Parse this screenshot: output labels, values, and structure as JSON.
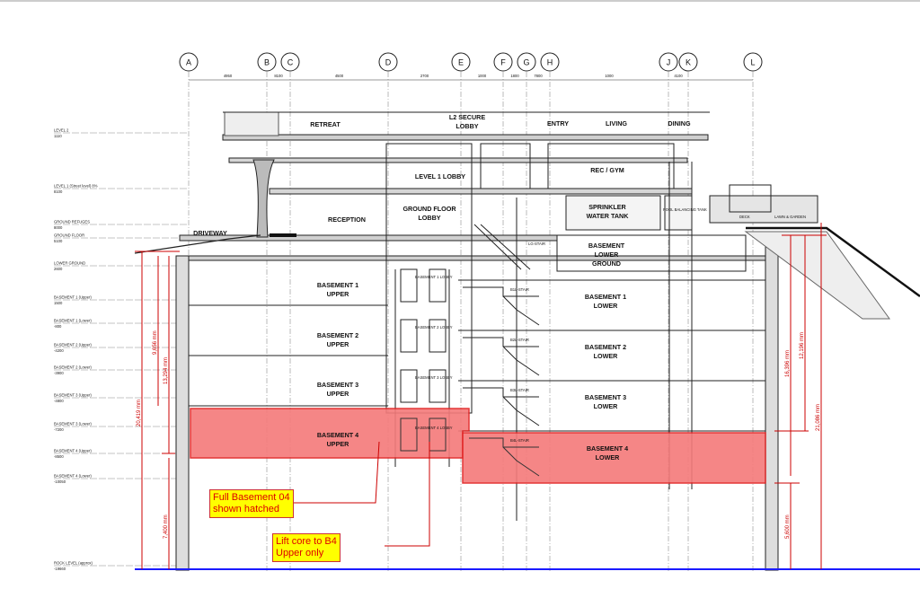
{
  "grid_lines": [
    "A",
    "B",
    "C",
    "D",
    "E",
    "F",
    "G",
    "H",
    "J",
    "K",
    "L"
  ],
  "grid_spacings": [
    "4950",
    "8100",
    "4500",
    "2700",
    "1000",
    "1800",
    "7800",
    "1000",
    "4100"
  ],
  "levels": [
    {
      "name": "LEVEL 2",
      "rl": "1110"
    },
    {
      "name": "LEVEL 1 (Street level) 8%",
      "rl": "8100"
    },
    {
      "name": "GROUND REFUGES",
      "rl": "8000"
    },
    {
      "name": "GROUND FLOOR",
      "rl": "5100"
    },
    {
      "name": "LOWER GROUND",
      "rl": "2600"
    },
    {
      "name": "BASEMENT 1 (Upper)",
      "rl": "1500"
    },
    {
      "name": "BASEMENT 1 (Lower)",
      "rl": "-800"
    },
    {
      "name": "BASEMENT 2 (Upper)",
      "rl": "-4200"
    },
    {
      "name": "BASEMENT 2 (Lower)",
      "rl": "-3900"
    },
    {
      "name": "BASEMENT 3 (Upper)",
      "rl": "-4800"
    },
    {
      "name": "BASEMENT 3 (Lower)",
      "rl": "-7200"
    },
    {
      "name": "BASEMENT 4 (Upper)",
      "rl": "-8500"
    },
    {
      "name": "BASEMENT 4 (Lower)",
      "rl": "-10050"
    },
    {
      "name": "ROCK LEVEL (approx)",
      "rl": "-19660"
    }
  ],
  "rooms": {
    "retreat": "RETREAT",
    "l2_secure_lobby_1": "L2 SECURE",
    "l2_secure_lobby_2": "LOBBY",
    "entry": "ENTRY",
    "living": "LIVING",
    "dining": "DINING",
    "level1_lobby": "LEVEL 1 LOBBY",
    "rec_gym": "REC / GYM",
    "reception": "RECEPTION",
    "gf_lobby_1": "GROUND FLOOR",
    "gf_lobby_2": "LOBBY",
    "sprinkler_1": "SPRINKLER",
    "sprinkler_2": "WATER TANK",
    "pool_tank": "POOL BALANCING TANK",
    "deck": "DECK",
    "lawn": "LAWN & GARDEN",
    "driveway": "DRIVEWAY",
    "blg_lower_1": "BASEMENT",
    "blg_lower_2": "LOWER",
    "blg_lower_3": "GROUND",
    "lg_stair": "LG-STAIR",
    "b1u_1": "BASEMENT 1",
    "b1u_2": "UPPER",
    "b1l_1": "BASEMENT 1",
    "b1l_2": "LOWER",
    "b2u_1": "BASEMENT 2",
    "b2u_2": "UPPER",
    "b2l_1": "BASEMENT 2",
    "b2l_2": "LOWER",
    "b3u_1": "BASEMENT 3",
    "b3u_2": "UPPER",
    "b3l_1": "BASEMENT 3",
    "b3l_2": "LOWER",
    "b4u_1": "BASEMENT 4",
    "b4u_2": "UPPER",
    "b4l_1": "BASEMENT 4",
    "b4l_2": "LOWER",
    "b1_stair": "B1L-STAIR",
    "b2_stair": "B2L-STAIR",
    "b3_stair": "B3L-STAIR",
    "b4_stair": "B4L-STAIR",
    "lift1": "BASEMENT 1 LOBBY",
    "lift2": "BASEMENT 2 LOBBY",
    "lift3": "BASEMENT 3 LOBBY",
    "lift4": "BASEMENT 4 LOBBY"
  },
  "dimensions": {
    "d1": "9,656 mm",
    "d2": "13,294 mm",
    "d3": "20,419 mm",
    "d4": "7,400 mm",
    "d5": "16,396 mm",
    "d6": "12,196 mm",
    "d7": "21,086 mm",
    "d8": "5,600 mm"
  },
  "callouts": {
    "c1_line1": "Full Basement 04",
    "c1_line2": "shown hatched",
    "c2_line1": "Lift core to B4",
    "c2_line2": "Upper only"
  },
  "colors": {
    "highlight_fill": "#f47a7a",
    "highlight_stroke": "#e02020",
    "dimension": "#cc0000",
    "rock_line": "#1a1aff",
    "callout_bg": "#ffff00"
  }
}
